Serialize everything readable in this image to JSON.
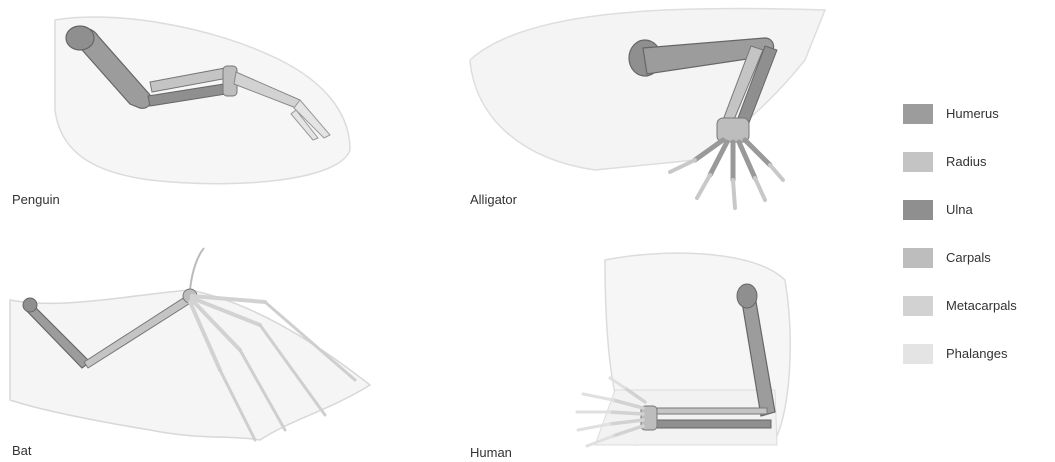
{
  "panels": {
    "penguin": "Penguin",
    "alligator": "Alligator",
    "bat": "Bat",
    "human": "Human"
  },
  "legend": [
    {
      "label": "Humerus",
      "color": "#9c9c9c"
    },
    {
      "label": "Radius",
      "color": "#c4c4c4"
    },
    {
      "label": "Ulna",
      "color": "#8f8f8f"
    },
    {
      "label": "Carpals",
      "color": "#bdbdbd"
    },
    {
      "label": "Metacarpals",
      "color": "#d2d2d2"
    },
    {
      "label": "Phalanges",
      "color": "#e4e4e4"
    }
  ]
}
